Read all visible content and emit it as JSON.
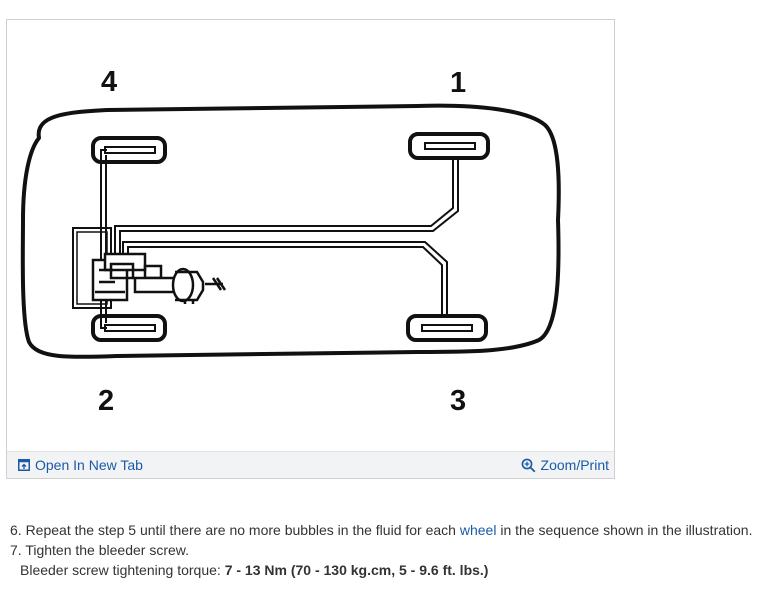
{
  "figure": {
    "wheel_labels": {
      "front_right": "1",
      "rear_left": "2",
      "rear_right": "3",
      "front_left": "4"
    },
    "toolbar": {
      "open_new_tab": "Open In New Tab",
      "zoom_print": "Zoom/Print"
    }
  },
  "instructions": {
    "step6_prefix": "6. Repeat the step 5 until there are no more bubbles in the fluid for each ",
    "step6_link": "wheel",
    "step6_suffix": " in the sequence shown in the illustration.",
    "step7": "7. Tighten the bleeder screw.",
    "torque_label": "Bleeder screw tightening torque: ",
    "torque_value": "7 - 13 Nm (70 - 130 kg.cm, 5 - 9.6 ft. lbs.)"
  },
  "colors": {
    "link": "#1a5aa6",
    "text": "#333333",
    "toolbar_bg": "#f2f3f5"
  }
}
